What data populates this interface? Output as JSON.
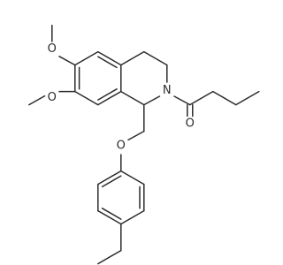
{
  "molecule": {
    "atoms": {
      "o_ketone": "O",
      "n_ring": "N",
      "o_methoxy_top": "O",
      "o_methoxy_mid": "O",
      "o_ether": "O"
    }
  }
}
